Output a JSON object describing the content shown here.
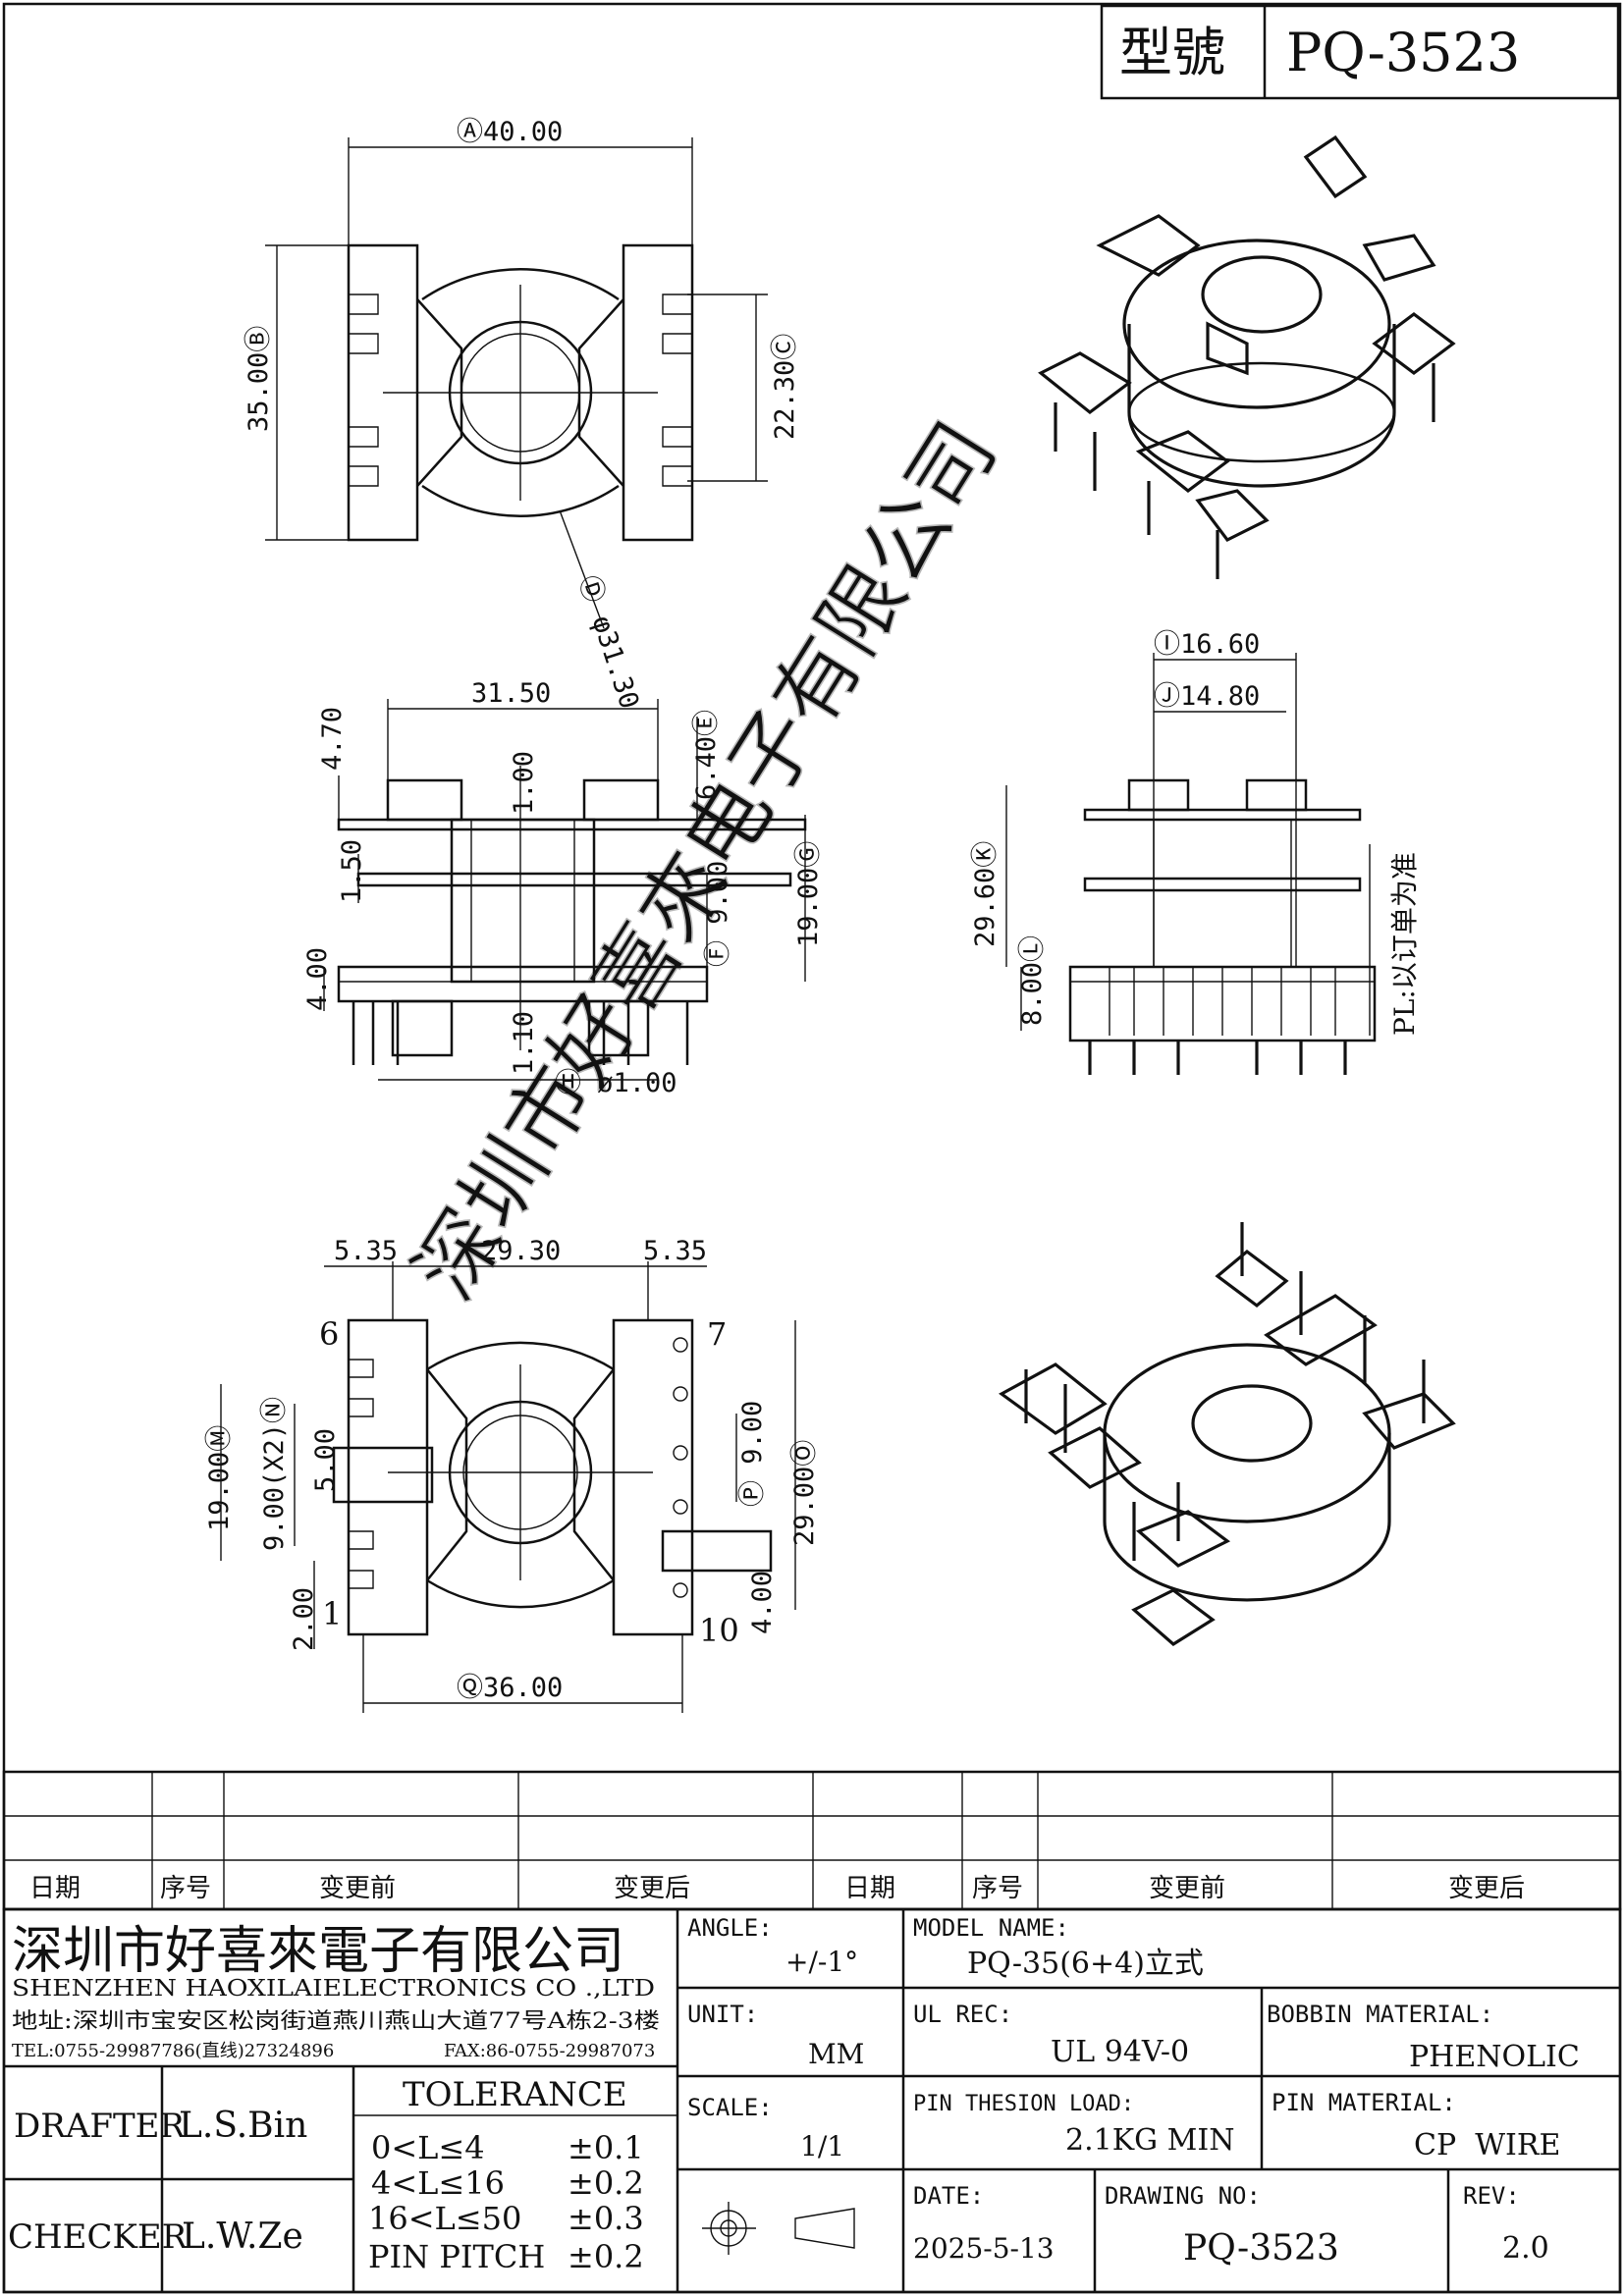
{
  "header": {
    "model_label": "型號",
    "model_value": "PQ-3523"
  },
  "watermark": "深圳市好喜來电子有限公司",
  "views": {
    "top": {
      "dim_a": "Ⓐ40.00",
      "dim_b": "35.00Ⓑ",
      "dim_c": "22.30Ⓒ",
      "dim_d": "Ⓓ φ31.30"
    },
    "front": {
      "width": "31.50",
      "h470": "4.70",
      "h100": "1.00",
      "dim_e": "6.40Ⓔ",
      "h150": "1.50",
      "dim_g": "19.00Ⓖ",
      "dim_f": "Ⓕ 9.00",
      "h400": "4.00",
      "h110": "1.10",
      "dim_h": "Ⓗ ø1.00"
    },
    "side": {
      "dim_i": "Ⓘ16.60",
      "dim_j": "Ⓙ14.80",
      "dim_k": "29.60Ⓚ",
      "dim_l": "8.00Ⓛ",
      "pl_note": "PL:以订单为准"
    },
    "bottom": {
      "left_w": "5.35",
      "mid_w": "29.30",
      "right_w": "5.35",
      "pin6": "6",
      "pin7": "7",
      "pin1": "1",
      "pin10": "10",
      "dim_m": "19.00Ⓜ",
      "dim_n": "9.00(X2)Ⓝ",
      "h500": "5.00",
      "dim_p": "Ⓟ 9.00",
      "dim_o": "29.00Ⓞ",
      "h200": "2.00",
      "h400": "4.00",
      "dim_q": "Ⓠ36.00"
    }
  },
  "revision_table": {
    "headers": [
      "日期",
      "序号",
      "变更前",
      "变更后",
      "日期",
      "序号",
      "变更前",
      "变更后"
    ]
  },
  "title_block": {
    "company_cn": "深圳市好喜來電子有限公司",
    "company_en": "SHENZHEN HAOXILAIELECTRONICS CO .,LTD",
    "address": "地址:深圳市宝安区松岗街道燕川燕山大道77号A栋2-3楼",
    "tel": "TEL:0755-29987786(直线)27324896",
    "fax": "FAX:86-0755-29987073",
    "drafter_label": "DRAFTER",
    "drafter_value": "L.S.Bin",
    "checker_label": "CHECKER",
    "checker_value": "L.W.Ze",
    "tolerance_title": "TOLERANCE",
    "tolerance_rows": [
      {
        "range": "0<L≤4",
        "value": "±0.1"
      },
      {
        "range": "4<L≤16",
        "value": "±0.2"
      },
      {
        "range": "16<L≤50",
        "value": "±0.3"
      },
      {
        "range": "PIN PITCH",
        "value": "±0.2"
      }
    ],
    "angle_label": "ANGLE:",
    "angle_value": "+/-1°",
    "unit_label": "UNIT:",
    "unit_value": "MM",
    "scale_label": "SCALE:",
    "scale_value": "1/1",
    "model_name_label": "MODEL NAME:",
    "model_name_value": "PQ-35(6+4)立式",
    "ul_label": "UL REC:",
    "ul_value": "UL 94V-0",
    "bobbin_label": "BOBBIN MATERIAL:",
    "bobbin_value": "PHENOLIC",
    "pin_load_label": "PIN THESION LOAD:",
    "pin_load_value": "2.1KG MIN",
    "pin_material_label": "PIN MATERIAL:",
    "pin_material_value": "CP  WIRE",
    "date_label": "DATE:",
    "date_value": "2025-5-13",
    "drawing_no_label": "DRAWING NO:",
    "drawing_no_value": "PQ-3523",
    "rev_label": "REV:",
    "rev_value": "2.0"
  }
}
